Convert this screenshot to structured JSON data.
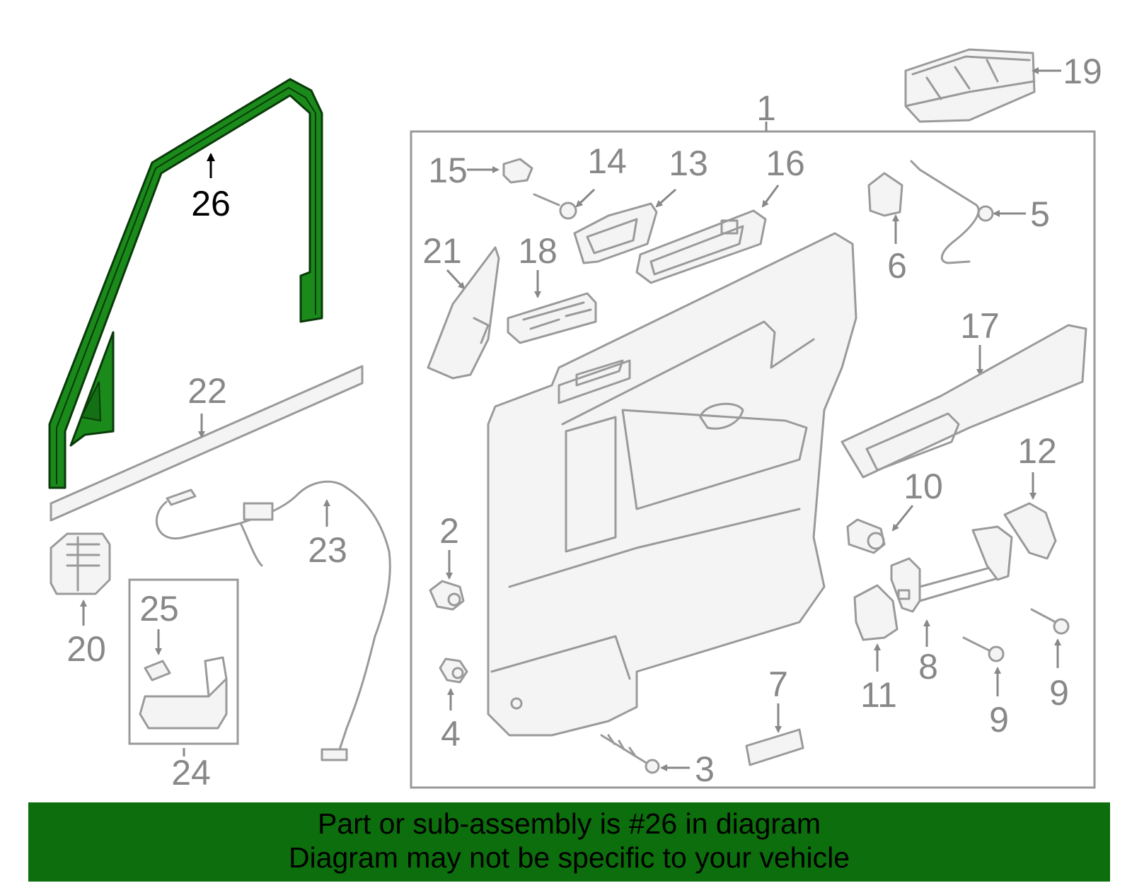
{
  "diagram": {
    "highlight_color": "#0c6e0c",
    "labels": {
      "p1": "1",
      "p2": "2",
      "p3": "3",
      "p4": "4",
      "p5": "5",
      "p6": "6",
      "p7": "7",
      "p8": "8",
      "p9a": "9",
      "p9b": "9",
      "p10": "10",
      "p11": "11",
      "p12": "12",
      "p13": "13",
      "p14": "14",
      "p15": "15",
      "p16": "16",
      "p17": "17",
      "p18": "18",
      "p19": "19",
      "p20": "20",
      "p21": "21",
      "p22": "22",
      "p23": "23",
      "p24": "24",
      "p25": "25",
      "p26": "26"
    },
    "highlighted_part": "26"
  },
  "banner": {
    "line1": "Part or sub-assembly is #26 in diagram",
    "line2": "Diagram may not be specific to your vehicle",
    "background": "#0c6e0c"
  }
}
